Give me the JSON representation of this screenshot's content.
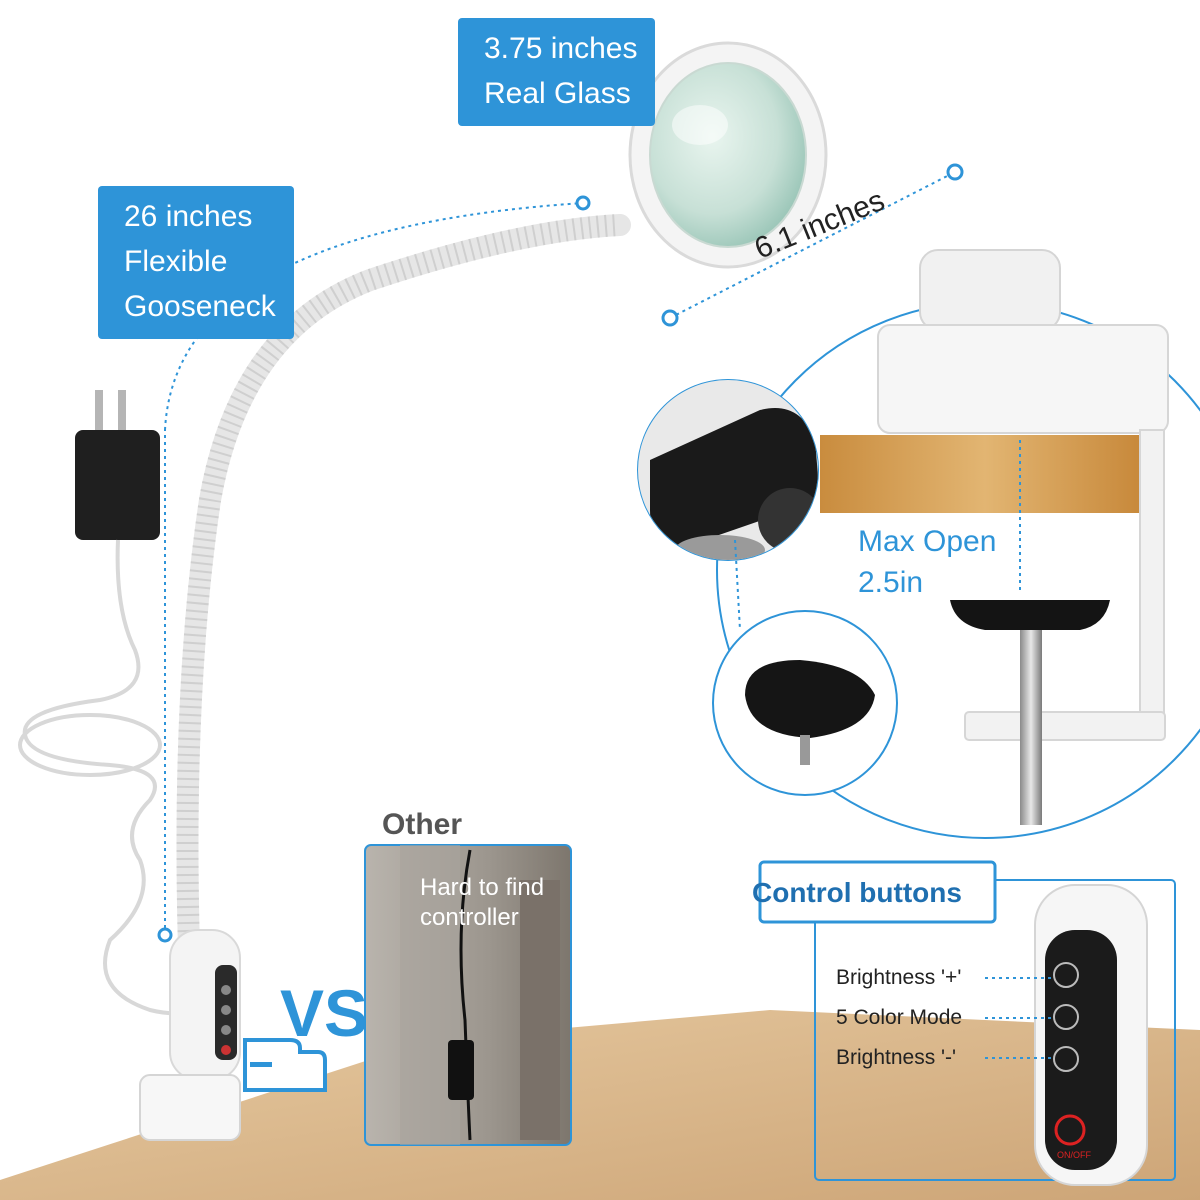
{
  "callouts": {
    "glass": [
      "3.75 inches",
      "Real Glass"
    ],
    "gooseneck": [
      "26 inches",
      "Flexible",
      "Gooseneck"
    ]
  },
  "dimension_label": "6.1 inches",
  "clamp": {
    "line1": "Max Open",
    "line2": "2.5in"
  },
  "comparison": {
    "vs": "VS",
    "other_title": "Other",
    "other_caption": [
      "Hard to find",
      "controller"
    ]
  },
  "controls": {
    "title": "Control buttons",
    "buttons": [
      "Brightness '+'",
      "5 Color Mode",
      "Brightness '-'"
    ],
    "power_label": "ON/OFF"
  },
  "colors": {
    "accent": "#2e94d8",
    "title_blue": "#1f6fb0",
    "wood": "#d9b98c"
  }
}
